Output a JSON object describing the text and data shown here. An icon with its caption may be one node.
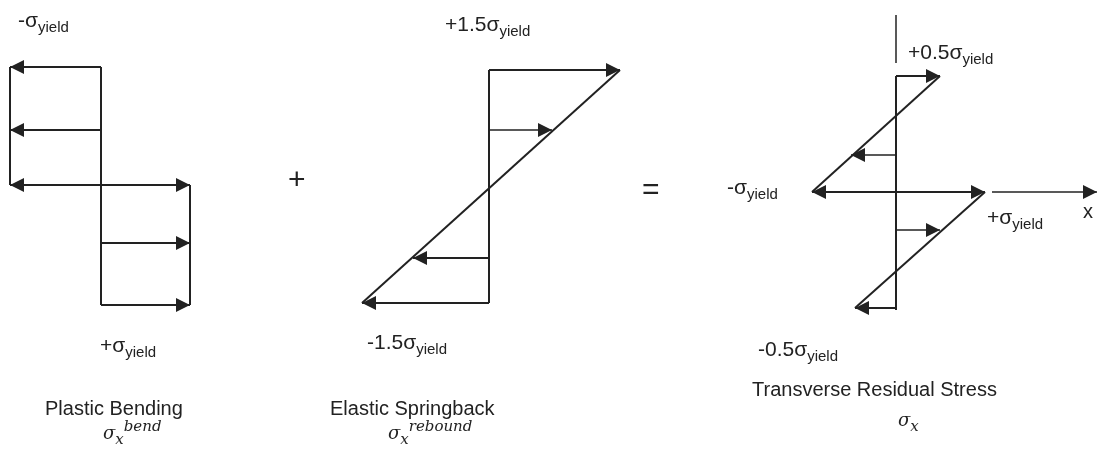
{
  "diagram": {
    "labels": [
      "-σ$_{yield}$",
      "+1.5σ$_{yield}$",
      "+0.5σ$_{yield}$",
      "+",
      "=",
      "-σ$_{yield}$",
      "+σ$_{yield}$",
      "x",
      "+σ$_{yield}$",
      "-1.5σ$_{yield}$",
      "-0.5σ$_{yield}$",
      "Plastic Bending",
      "σ$_{x}$$^{bend}$",
      "Elastic Springback",
      "σ$_{x}$$^{rebound}$",
      "Transverse Residual Stress",
      "σ$_{x}$"
    ]
  }
}
